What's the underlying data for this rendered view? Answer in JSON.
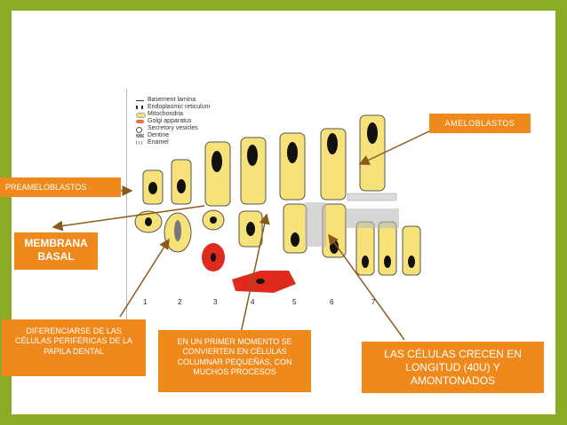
{
  "labels": {
    "ameloblastos": "AMELOBLASTOS",
    "preameloblastos": "PREAMELOBLASTOS",
    "membrana_basal": "MEMBRANA BASAL",
    "diferenciarse": "DIFERENCIARSE DE LAS CÉLULAS PERIFÉRICAS DE LA PAPILA DENTAL",
    "primer_momento": "EN UN PRIMER MOMENTO SE CONVIERTEN EN CÉLULAS COLUMNAR PEQUEÑAS, CON MUCHOS PROCESOS",
    "crecen": "LAS CÉLULAS CRECEN EN LONGITUD (40U) Y AMONTONADOS"
  },
  "legend": [
    {
      "label": "Basement lamina",
      "icon": "line-icon"
    },
    {
      "label": "Endoplasmic reticulum",
      "icon": "er-icon"
    },
    {
      "label": "Mitochondria",
      "icon": "mito-icon"
    },
    {
      "label": "Golgi apparatus",
      "icon": "golgi-icon"
    },
    {
      "label": "Secretory vesicles",
      "icon": "vesicle-icon"
    },
    {
      "label": "Dentine",
      "icon": "dentine-icon"
    },
    {
      "label": "Enamel",
      "icon": "enamel-icon"
    }
  ],
  "stages": [
    "1",
    "2",
    "3",
    "4",
    "5",
    "6",
    "7"
  ],
  "colors": {
    "frame": "#8aab25",
    "box": "#f0891c",
    "cell": "#f7e27a",
    "nucleus": "#111111",
    "red_cell": "#e02a1e",
    "arrow": "#8a5a1c"
  }
}
